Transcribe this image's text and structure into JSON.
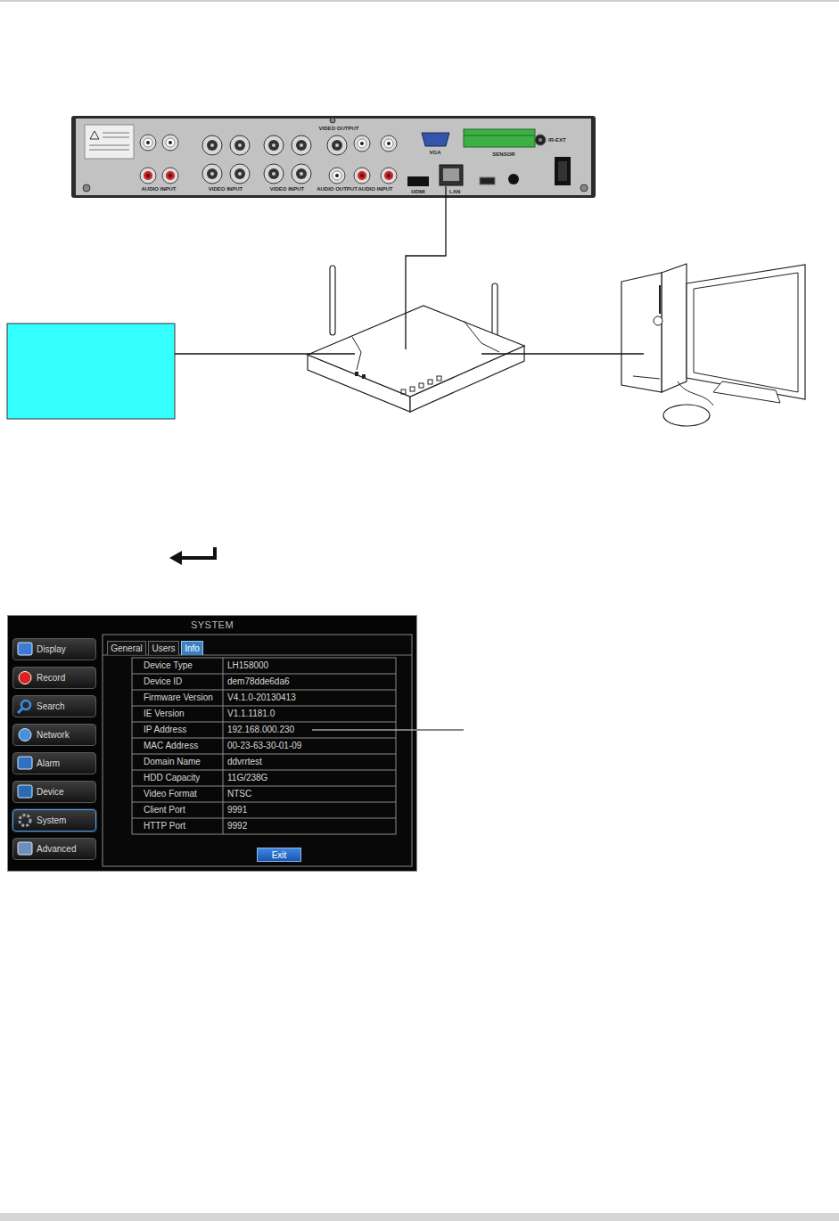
{
  "diagram": {
    "nodes": [
      {
        "text": [
          "SYSTEM"
        ]
      },
      {
        "text": [
          "Display"
        ],
        "in": 0
      },
      {
        "text": [
          "Record"
        ],
        "in": 0
      },
      {
        "text": [
          "Search"
        ],
        "in": 0
      },
      {
        "text": [
          "Network"
        ],
        "in": 0
      },
      {
        "text": [
          "Alarm"
        ],
        "in": 0
      },
      {
        "text": [
          "Device"
        ],
        "in": 0
      },
      {
        "text": [
          "System"
        ],
        "in": 0
      },
      {
        "text": [
          "Advanced"
        ],
        "in": 0
      },
      {
        "text": [
          "General"
        ],
        "in": 0
      },
      {
        "text": [
          "Users"
        ],
        "in": 0
      },
      {
        "text": [
          "Info"
        ],
        "in": 0
      },
      {
        "text": [
          "Exit"
        ],
        "in": 0
      }
    ],
    "labels": [
      "VIDEO OUTPUT",
      "VGA",
      "IR-EXT",
      "SENSOR",
      "AUDIO INPUT",
      "VIDEO INPUT",
      "VIDEO INPUT",
      "AUDIO OUTPUT",
      "AUDIO INPUT",
      "HDMI",
      "LAN",
      "Device Type",
      "LH158000",
      "Device ID",
      "dem78dde6da6",
      "Firmware Version",
      "V4.1.0-20130413",
      "IE Version",
      "V1.1.1181.0",
      "IP Address",
      "192.168.000.230",
      "MAC Address",
      "00-23-63-30-01-09",
      "Domain Name",
      "ddvrrtest",
      "HDD Capacity",
      "11G/238G",
      "Video Format",
      "NTSC",
      "Client Port",
      "9991",
      "HTTP Port",
      "9992"
    ]
  }
}
